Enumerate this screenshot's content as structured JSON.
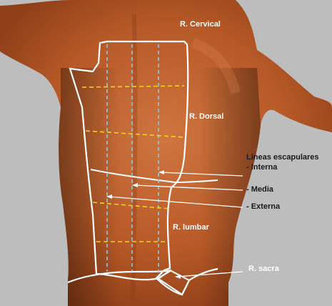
{
  "labels": {
    "cervical": "R. Cervical",
    "dorsal": "R. Dorsal",
    "lumbar": "R. lumbar",
    "sacra": "R. sacra",
    "scapular_title": "Líneas escapulares",
    "interna": "- Interna",
    "media": "- Media",
    "externa": "- Externa"
  },
  "colors": {
    "background": "#bdbdbd",
    "skin": "#c2652f",
    "region_outline": "#ffffff",
    "scapular_lines": "#8fc8d8",
    "horizontal_dashes": "#f2d21b",
    "text_light": "#ffffff",
    "text_dark": "#1a1a1a"
  }
}
